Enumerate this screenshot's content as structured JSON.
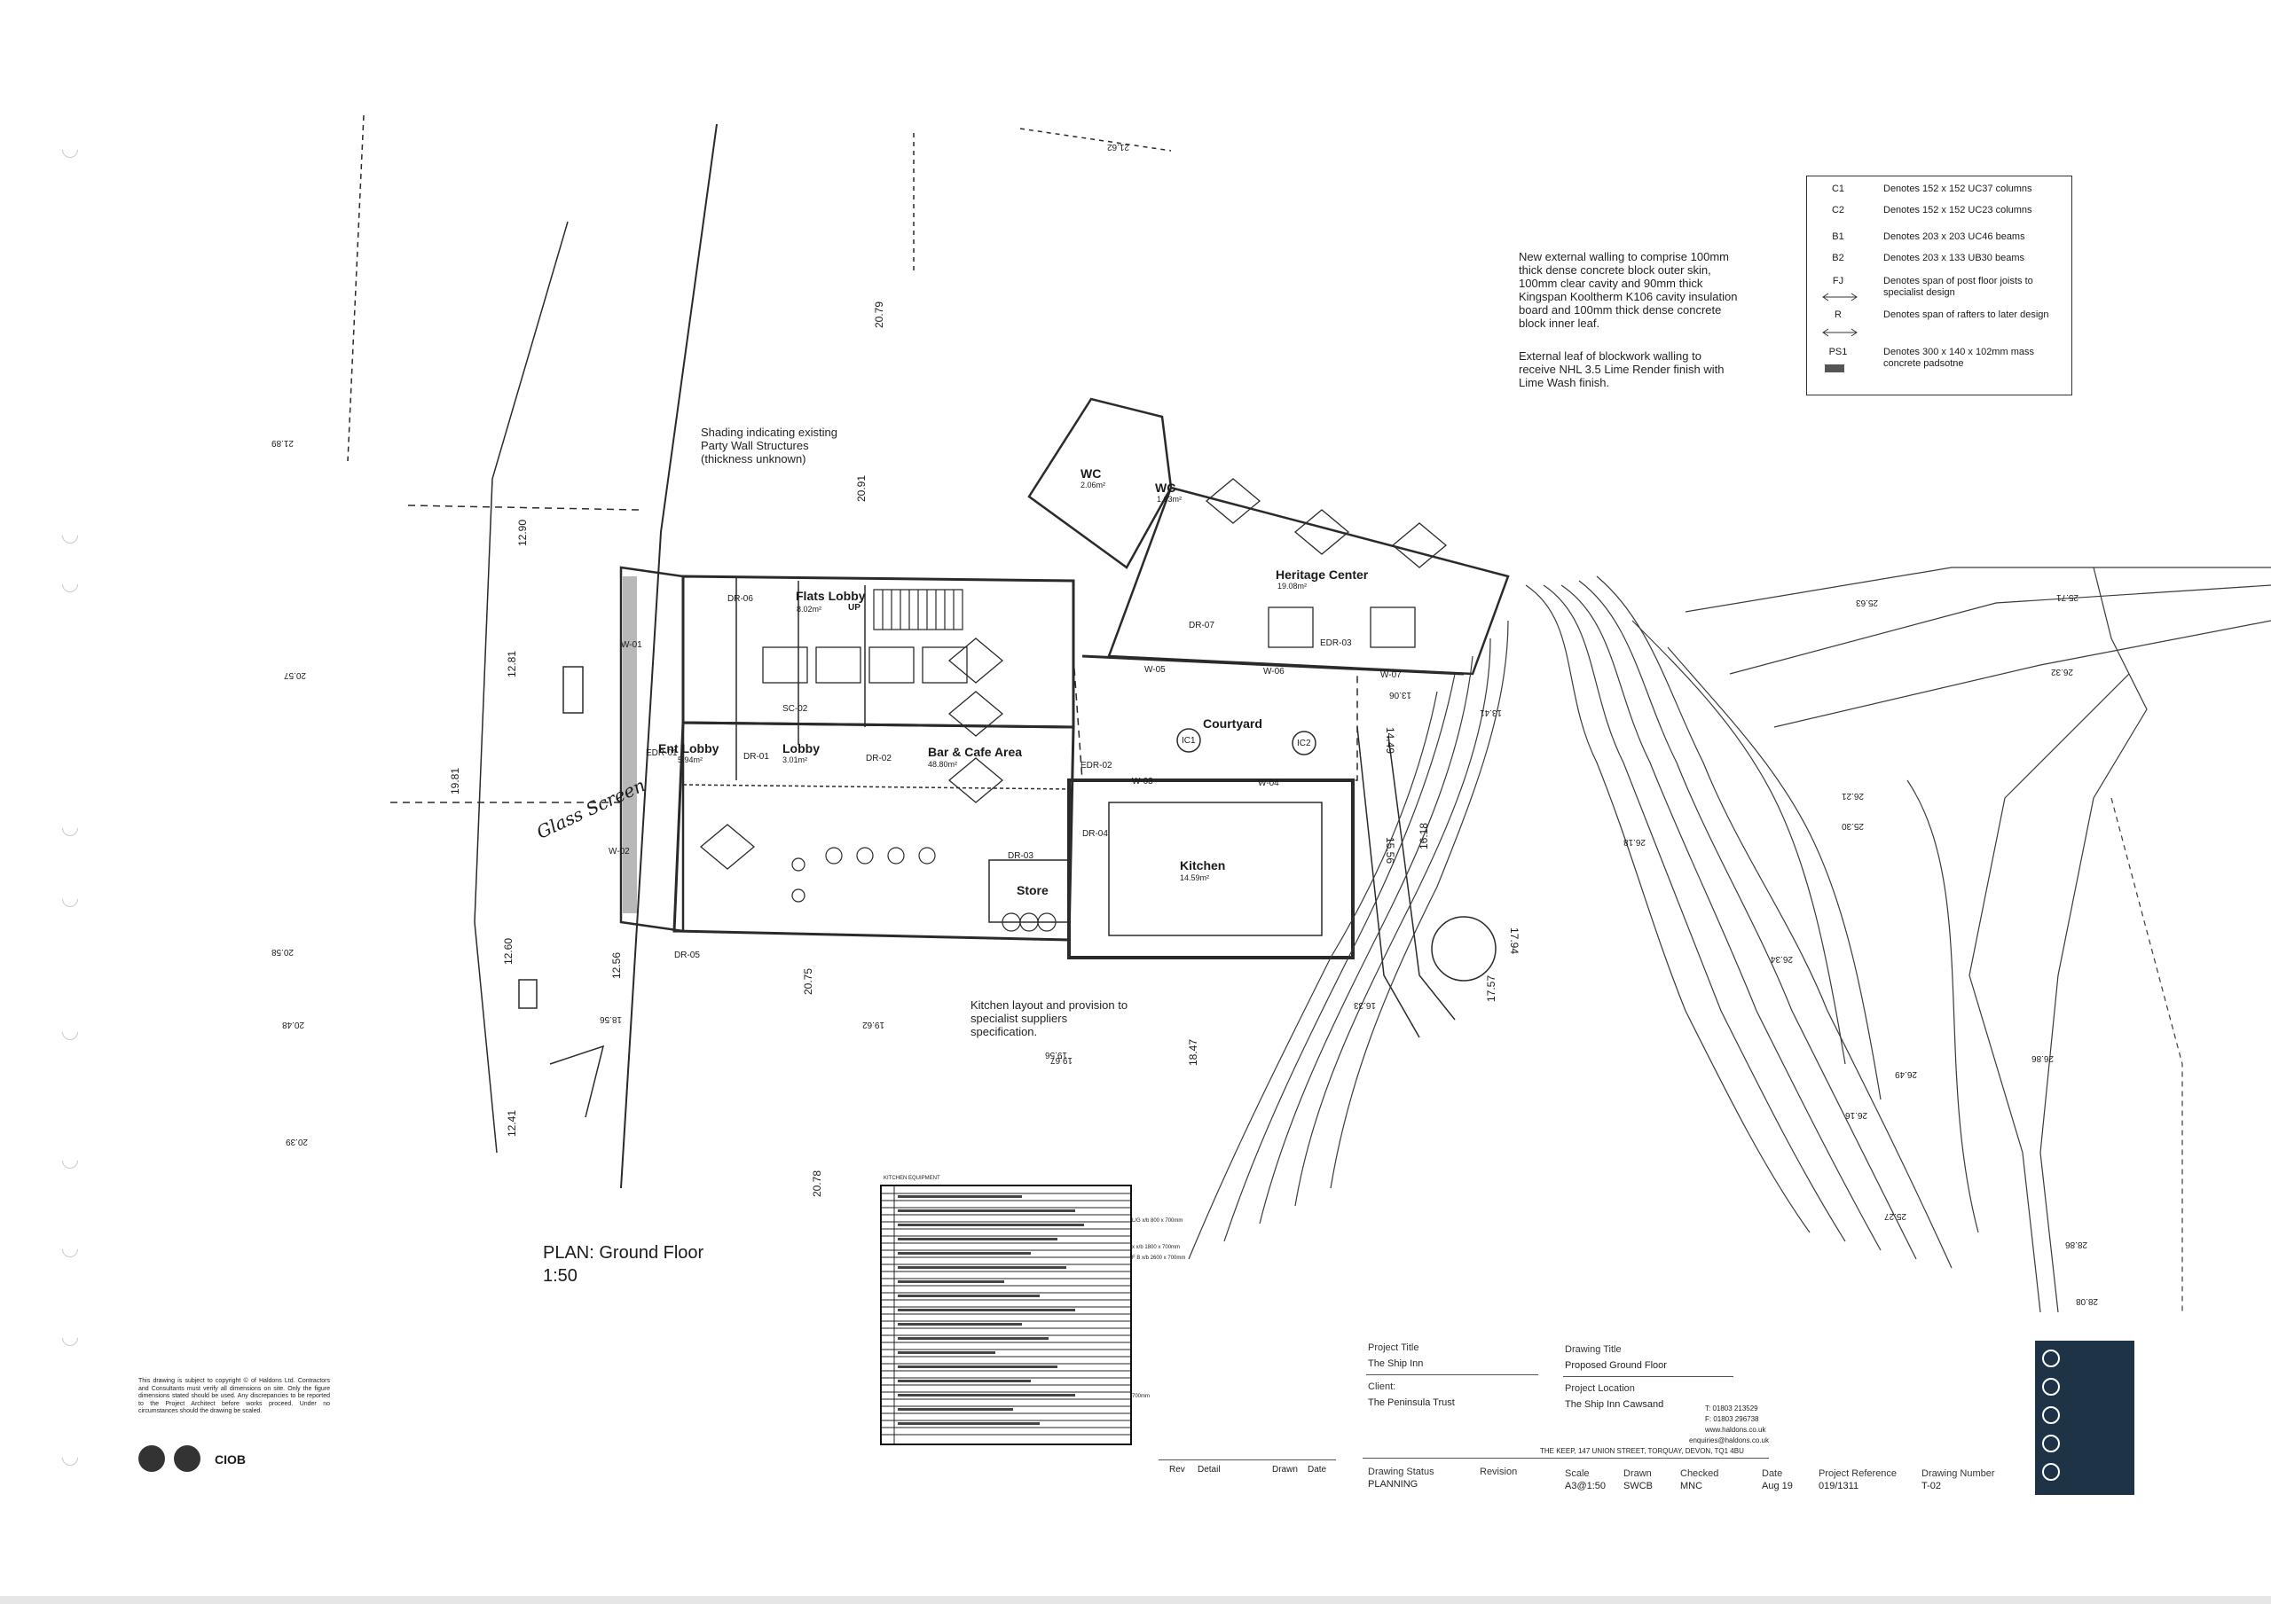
{
  "legend": {
    "rows": [
      {
        "code": "C1",
        "desc": "Denotes 152 x 152 UC37 columns"
      },
      {
        "code": "C2",
        "desc": "Denotes 152 x 152 UC23 columns"
      },
      {
        "code": "B1",
        "desc": "Denotes 203 x 203 UC46 beams"
      },
      {
        "code": "B2",
        "desc": "Denotes 203 x 133 UB30 beams"
      },
      {
        "code": "FJ",
        "desc": "Denotes span of post floor joists to specialist design"
      },
      {
        "code": "R",
        "desc": "Denotes span of rafters to later design"
      },
      {
        "code": "PS1",
        "desc": "Denotes 300 x 140 x 102mm mass concrete padsotne"
      }
    ]
  },
  "notes": {
    "external_wall": "New external walling to comprise 100mm thick dense concrete block outer skin, 100mm clear cavity and 90mm thick Kingspan Kooltherm K106 cavity insulation board and 100mm thick dense concrete block inner leaf.",
    "render": "External leaf of blockwork walling to receive NHL 3.5 Lime Render finish with Lime Wash finish.",
    "party_wall": "Shading indicating existing Party Wall Structures (thickness unknown)",
    "kitchen_layout": "Kitchen layout and provision to specialist suppliers specification.",
    "handwritten": "Glass Screen"
  },
  "rooms": {
    "flats_lobby": {
      "name": "Flats Lobby",
      "area": "8.02m²"
    },
    "ent_lobby": {
      "name": "Ent Lobby",
      "area": "5.94m²"
    },
    "lobby": {
      "name": "Lobby",
      "area": "3.01m²"
    },
    "bar_cafe": {
      "name": "Bar & Cafe Area",
      "area": "48.80m²"
    },
    "courtyard": {
      "name": "Courtyard",
      "area": ""
    },
    "kitchen": {
      "name": "Kitchen",
      "area": "14.59m²"
    },
    "heritage": {
      "name": "Heritage Center",
      "area": "19.08m²"
    },
    "wc1": {
      "name": "WC",
      "area": "2.06m²"
    },
    "wc2": {
      "name": "WC",
      "area": "1.63m²"
    },
    "store": {
      "name": "Store",
      "area": ""
    }
  },
  "tags": {
    "dr06": "DR-06",
    "dr01": "DR-01",
    "dr02": "DR-02",
    "dr03": "DR-03",
    "dr04": "DR-04",
    "dr05": "DR-05",
    "dr07": "DR-07",
    "edr01": "EDR-01",
    "edr02": "EDR-02",
    "edr03": "EDR-03",
    "w01": "W-01",
    "w02": "W-02",
    "w03": "W-03",
    "w04": "W-04",
    "w05": "W-05",
    "w06": "W-06",
    "w07": "W-07",
    "sc02": "SC-02",
    "up": "UP",
    "ic1": "IC1",
    "ic2": "IC2"
  },
  "levels": [
    {
      "t": "21.62",
      "id": "l1"
    },
    {
      "t": "20.57",
      "id": "l2"
    },
    {
      "t": "20.58",
      "id": "l3"
    },
    {
      "t": "20.48",
      "id": "l4"
    },
    {
      "t": "20.39",
      "id": "l5"
    },
    {
      "t": "18.56",
      "id": "l6"
    },
    {
      "t": "20.79",
      "id": "l7"
    },
    {
      "t": "20.91",
      "id": "l8"
    },
    {
      "t": "21.89",
      "id": "l9"
    },
    {
      "t": "19.81",
      "id": "l10"
    },
    {
      "t": "12.90",
      "id": "l11"
    },
    {
      "t": "12.81",
      "id": "l12"
    },
    {
      "t": "12.60",
      "id": "l13"
    },
    {
      "t": "12.41",
      "id": "l14"
    },
    {
      "t": "12.56",
      "id": "l15"
    },
    {
      "t": "20.75",
      "id": "l16"
    },
    {
      "t": "19.62",
      "id": "l17"
    },
    {
      "t": "19.56",
      "id": "l18"
    },
    {
      "t": "20.78",
      "id": "l19"
    },
    {
      "t": "18.47",
      "id": "l20"
    },
    {
      "t": "13.06",
      "id": "l21"
    },
    {
      "t": "13.41",
      "id": "l22"
    },
    {
      "t": "14.49",
      "id": "l23"
    },
    {
      "t": "15.56",
      "id": "l24"
    },
    {
      "t": "16.18",
      "id": "l25"
    },
    {
      "t": "16.33",
      "id": "l26"
    },
    {
      "t": "17.94",
      "id": "l27"
    },
    {
      "t": "17.57",
      "id": "l28"
    },
    {
      "t": "25.63",
      "id": "l29"
    },
    {
      "t": "25.71",
      "id": "l30"
    },
    {
      "t": "26.32",
      "id": "l31"
    },
    {
      "t": "25.30",
      "id": "l32"
    },
    {
      "t": "26.21",
      "id": "l33"
    },
    {
      "t": "26.18",
      "id": "l34"
    },
    {
      "t": "26.34",
      "id": "l35"
    },
    {
      "t": "26.49",
      "id": "l36"
    },
    {
      "t": "26.86",
      "id": "l37"
    },
    {
      "t": "26.16",
      "id": "l38"
    },
    {
      "t": "25.27",
      "id": "l39"
    },
    {
      "t": "28.86",
      "id": "l40"
    },
    {
      "t": "28.08",
      "id": "l41"
    },
    {
      "t": "19.67",
      "id": "l42"
    }
  ],
  "plan_title": {
    "line1": "PLAN: Ground Floor",
    "line2": "1:50"
  },
  "equipment": {
    "title": "KITCHEN EQUIPMENT",
    "note1": "L/G x/b 800 x 700mm",
    "note2": "x x/b 1800 x 700mm",
    "note3": "F B x/b 2600 x 700mm",
    "note4": "700mm"
  },
  "copyright": "This drawing is subject to copyright © of Haldons Ltd. Contractors and Consultants must verify all dimensions on site. Only the figure dimensions stated should be used. Any discrepancies to be reported to the Project Architect before works proceed. Under no circumstances should the drawing be scaled.",
  "ciob": "CIOB",
  "revision_table": {
    "rev": "Rev",
    "detail": "Detail",
    "drawn": "Drawn",
    "date": "Date"
  },
  "title_block": {
    "project_title_label": "Project Title",
    "project_title": "The Ship Inn",
    "client_label": "Client:",
    "client": "The Peninsula Trust",
    "drawing_title_label": "Drawing Title",
    "drawing_title": "Proposed Ground Floor",
    "project_location_label": "Project Location",
    "project_location": "The Ship Inn Cawsand",
    "tel": "T: 01803 213529",
    "fax": "F: 01803 296738",
    "web": "www.haldons.co.uk",
    "email": "enquiries@haldons.co.uk",
    "address": "THE KEEP, 147 UNION STREET, TORQUAY, DEVON, TQ1 4BU",
    "drawing_status_label": "Drawing Status",
    "drawing_status": "PLANNING",
    "revision_label": "Revision",
    "scale_label": "Scale",
    "scale": "A3@1:50",
    "drawn_label": "Drawn",
    "drawn": "SWCB",
    "checked_label": "Checked",
    "checked": "MNC",
    "date_label": "Date",
    "date": "Aug 19",
    "project_ref_label": "Project Reference",
    "project_ref": "019/1311",
    "drawing_number_label": "Drawing Number",
    "drawing_number": "T-02"
  },
  "colors": {
    "line": "#2a2a2a",
    "panel": "#1f3346",
    "contour": "#3a3a3a"
  }
}
